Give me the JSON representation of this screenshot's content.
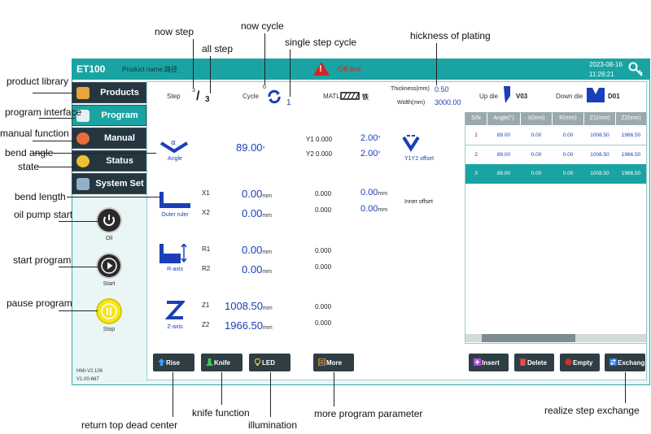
{
  "app": {
    "brand": "ET100",
    "product_name": "Product name:路径",
    "status": "Off-line",
    "date": "2023-08-16",
    "time": "11:26:21",
    "version1": "HMI-V2.106",
    "version2": "V1.00-667"
  },
  "sidebar": {
    "items": [
      {
        "label": "Products"
      },
      {
        "label": "Program"
      },
      {
        "label": "Manual"
      },
      {
        "label": "Status"
      },
      {
        "label": "System Set"
      }
    ]
  },
  "controls": {
    "oil": "Oil",
    "start": "Start",
    "stop": "Stop"
  },
  "info": {
    "step_label": "Step",
    "now_step": "3",
    "all_step": "3",
    "cycle_label": "Cycle",
    "cycle_now": "0",
    "cycle_single": "1",
    "matl_label": "MATL",
    "matl_value": "铁",
    "thickness_label": "Thickness(mm)",
    "thickness_value": "0.50",
    "width_label": "Width(mm)",
    "width_value": "3000.00",
    "updie_label": "Up die",
    "updie_value": "V03",
    "downdie_label": "Down die",
    "downdie_value": "D01"
  },
  "angle": {
    "icon_label": "Angle",
    "value": "89.00",
    "unit": "°",
    "y1_label": "Y1",
    "y1_value": "0.000",
    "y2_label": "Y2",
    "y2_value": "0.000",
    "off1": "2.00",
    "off2": "2.00",
    "off_unit": "°",
    "offset_label": "Y1Y2 offset"
  },
  "outer": {
    "icon_label": "Outer ruler",
    "x1_label": "X1",
    "x1_value": "0.00",
    "x2_label": "X2",
    "x2_value": "0.00",
    "unit": "mm",
    "a1": "0.000",
    "a2": "0.000",
    "i1": "0.00",
    "i2": "0.00",
    "inner_label": "Inner offset"
  },
  "raxis": {
    "icon_label": "R-axis",
    "r1_label": "R1",
    "r1_value": "0.00",
    "r2_label": "R2",
    "r2_value": "0.00",
    "unit": "mm",
    "a1": "0.000",
    "a2": "0.000"
  },
  "zaxis": {
    "icon_label": "Z-axis",
    "z1_label": "Z1",
    "z1_value": "1008.50",
    "z2_label": "Z2",
    "z2_value": "1966.50",
    "unit": "mm",
    "a1": "0.000",
    "a2": "0.000"
  },
  "table": {
    "headers": [
      "S/N",
      "Angle(°)",
      "X(mm)",
      "R(mm)",
      "Z1(mm)",
      "Z2(mm)"
    ],
    "rows": [
      [
        "1",
        "89.00",
        "0.00",
        "0.00",
        "1008.50",
        "1966.50"
      ],
      [
        "2",
        "89.00",
        "0.00",
        "0.00",
        "1008.50",
        "1966.50"
      ],
      [
        "3",
        "89.00",
        "0.00",
        "0.00",
        "1008.50",
        "1966.50"
      ]
    ],
    "selected_row": 3
  },
  "buttons": {
    "rise": "Rise",
    "knife": "Knife",
    "led": "LED",
    "more": "More",
    "insert": "Insert",
    "delete": "Delete",
    "empty": "Empty",
    "exchange": "Exchang"
  },
  "annotations": {
    "now_step": "now step",
    "all_step": "all step",
    "now_cycle": "now cycle",
    "single_step_cycle": "single step cycle",
    "thickness": "hickness of plating",
    "product_library": "product library",
    "program_interface": "program interface",
    "manual_function": "manual function",
    "bend_angle": "bend angle",
    "state": "state",
    "bend_length": "bend length",
    "oil_pump_start": "oil pump start",
    "start_program": "start program",
    "pause_program": "pause program",
    "return_top": "return top dead center",
    "knife_function": "knife function",
    "illumination": "illumination",
    "more_param": "more program parameter",
    "step_exchange": "realize step exchange"
  },
  "colors": {
    "accent": "#1aa3a3",
    "dark": "#253640",
    "value_blue": "#1a3fb8",
    "alert": "#d42424"
  }
}
